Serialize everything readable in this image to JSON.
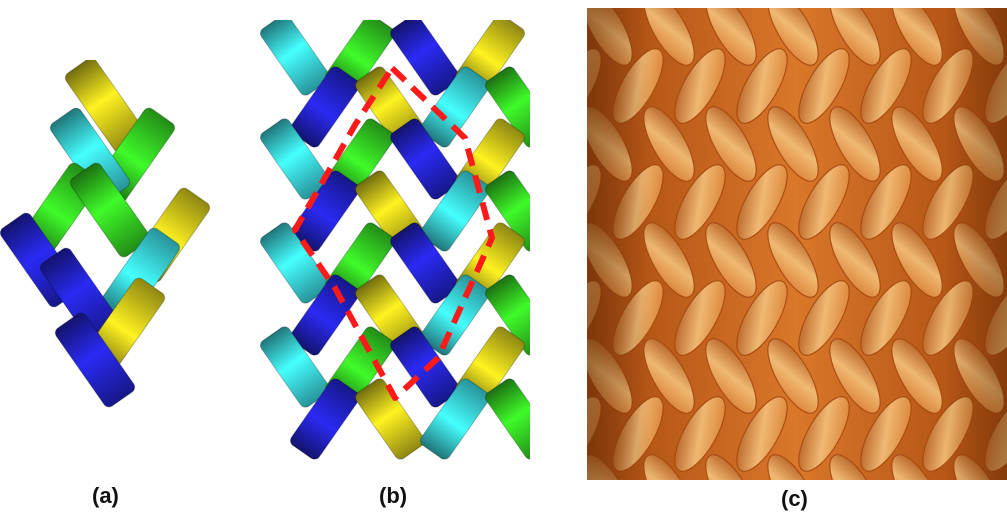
{
  "panels": [
    {
      "label": "(a)",
      "description_key": "unit-cell-weave"
    },
    {
      "label": "(b)",
      "description_key": "repeated-weave-with-unit-outline"
    },
    {
      "label": "(c)",
      "description_key": "braided-fiber-photo"
    }
  ],
  "colors": {
    "yellow": "#bdb418",
    "cyan": "#34c4cc",
    "green": "#2fba1e",
    "blue": "#1f1fb5",
    "outline_dashed": "#ff1a1a",
    "photo_base": "#d9772a",
    "photo_highlight": "#f3c07a",
    "photo_shadow": "#a84a10"
  }
}
